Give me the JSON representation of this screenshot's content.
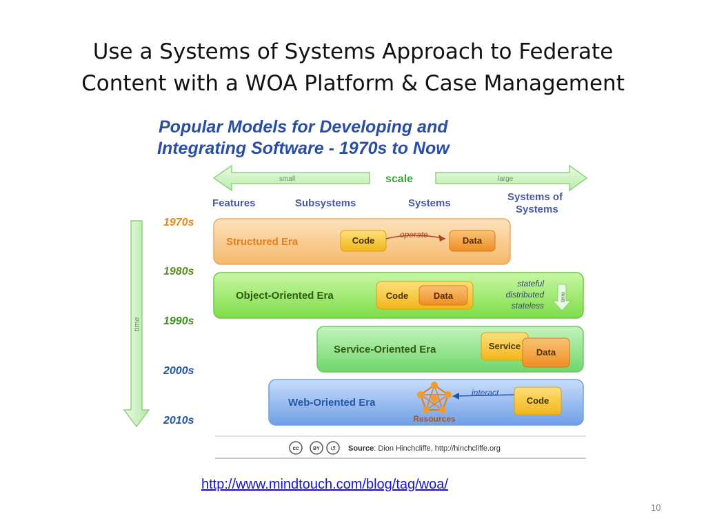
{
  "slide": {
    "title_line1": "Use a Systems of Systems Approach to Federate",
    "title_line2": "Content with a WOA Platform & Case Management",
    "link": "http://www.mindtouch.com/blog/tag/woa/",
    "page_number": "10"
  },
  "diagram": {
    "heading_line1": "Popular Models for Developing and",
    "heading_line2": "Integrating Software - 1970s to Now",
    "scale_label": "scale",
    "scale_small": "small",
    "scale_large": "large",
    "columns": [
      "Features",
      "Subsystems",
      "Systems",
      "Systems of",
      "Systems"
    ],
    "time_label": "time",
    "decades": [
      "1970s",
      "1980s",
      "1990s",
      "2000s",
      "2010s"
    ],
    "eras": {
      "structured": "Structured Era",
      "object_oriented": "Object-Oriented Era",
      "service_oriented": "Service-Oriented Era",
      "web_oriented": "Web-Oriented Era"
    },
    "boxes": {
      "code": "Code",
      "data": "Data",
      "service": "Service",
      "resources": "Resources"
    },
    "arrows": {
      "operate": "operate",
      "interact": "interact"
    },
    "oo_notes": [
      "stateful",
      "distributed",
      "stateless"
    ],
    "source_label": "Source",
    "source_text": ": Dion Hinchcliffe,  http://hinchcliffe.org",
    "cc_badges": [
      "cc",
      "BY",
      "↺"
    ],
    "colors": {
      "heading": "#2b4fa0",
      "decade_orange": "#e8891c",
      "decade_green": "#5e8f1b",
      "decade_blue": "#2455a8",
      "structured": "#f7c98f",
      "object_oriented": "#9be86a",
      "service_oriented": "#8fe38a",
      "web_oriented": "#8fb8ee",
      "code_box": "#f5c128",
      "data_box": "#f29b2e"
    }
  }
}
